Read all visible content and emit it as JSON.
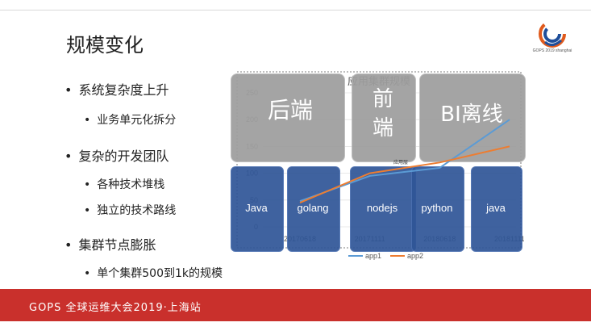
{
  "slide": {
    "title": "规模变化",
    "bullets": [
      {
        "text": "系统复杂度上升",
        "sub": [
          "业务单元化拆分"
        ]
      },
      {
        "text": "复杂的开发团队",
        "sub": [
          "各种技术堆栈",
          "独立的技术路线"
        ]
      },
      {
        "text": "集群节点膨胀",
        "sub": [
          "单个集群500到1k的规模"
        ]
      }
    ]
  },
  "logo": {
    "text": "GOPS 2019 shanghai"
  },
  "footer": {
    "text": "GOPS 全球运维大会2019·上海站"
  },
  "boxes": {
    "gray": [
      "后端",
      "前端",
      "BI离线"
    ],
    "blue": [
      "Java",
      "golang",
      "nodejs",
      "python",
      "java"
    ],
    "layer_label": "应用层"
  },
  "colors": {
    "footer": "#c9302c",
    "gray_box": "#9e9e9e",
    "blue_box": "#2f5597",
    "app1": "#5b9bd5",
    "app2": "#ed7d31"
  },
  "chart_data": {
    "type": "line",
    "title": "应用集群规模",
    "x": [
      "20170618",
      "20171111",
      "20180618",
      "20181111"
    ],
    "series": [
      {
        "name": "app1",
        "values": [
          48,
          95,
          110,
          200
        ]
      },
      {
        "name": "app2",
        "values": [
          45,
          100,
          120,
          150
        ]
      }
    ],
    "yticks": [
      0,
      50,
      100,
      150,
      200,
      250
    ],
    "ylim": [
      0,
      250
    ],
    "legend": "bottom"
  }
}
